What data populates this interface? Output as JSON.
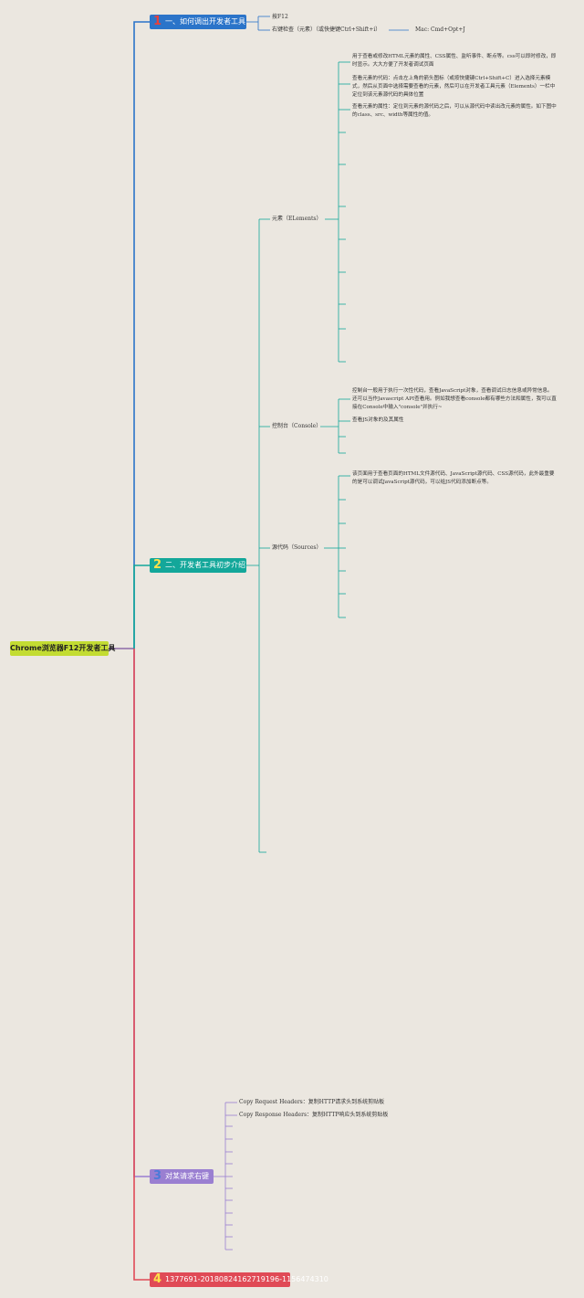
{
  "root": "Chrome浏览器F12开发者工具",
  "branches": [
    {
      "num": "1",
      "label": "一、如何调出开发者工具",
      "items": [
        "按F12",
        "右键检查（元素）（或快捷键Ctrl+Shift+i）"
      ],
      "mac": "Mac: Cmd+Opt+J"
    },
    {
      "num": "2",
      "label": "二、开发者工具初步介绍",
      "sections": [
        {
          "label": "元素（ELements）",
          "notes": [
            "用于查看或修改HTML元素的属性、CSS属性、监听事件、断点等。css可以即时修改，即时显示。大大方便了开发者调试页面",
            "查看元素的代码：点击左上角的箭头图标（或按快捷键Ctrl+Shift+C）进入选择元素模式，然后从页面中选择需要查看的元素，然后可以在开发者工具元素（Elements）一栏中定位到该元素源代码的具体位置",
            "查看元素的属性：定位到元素的源代码之后，可以从源代码中读出改元素的属性。如下图中的class、src、width等属性的值。"
          ]
        },
        {
          "label": "控制台（Console）",
          "notes": [
            "控制台一般用于执行一次性代码，查看JavaScript对象，查看调试日志信息或异常信息。还可以当作Javascript API查看用。例如我想查看console都有哪些方法和属性，我可以直接在Console中输入\"console\"并执行~",
            "查看JS对象的及其属性"
          ]
        },
        {
          "label": "源代码（Sources）",
          "notes": [
            "该页面用于查看页面的HTML文件源代码、JavaScript源代码、CSS源代码，此外最重要的是可以调试JavaScript源代码，可以给JS代码添加断点等。"
          ]
        }
      ]
    },
    {
      "num": "3",
      "label": "对某请求右键",
      "items": [
        "Copy Request Headers：复制HTTP请求头到系统剪贴板",
        "Copy Response Headers：复制HTTP响应头到系统剪贴板"
      ]
    },
    {
      "num": "4",
      "label": "1377691-20180824162719196-1156474310"
    }
  ],
  "colors": {
    "background": "#ebe7e0",
    "root": "#c3dc32",
    "branch1": "#2b74c9",
    "branch2": "#13a79a",
    "branch3": "#9a7fd1",
    "branch4": "#e04a56"
  }
}
